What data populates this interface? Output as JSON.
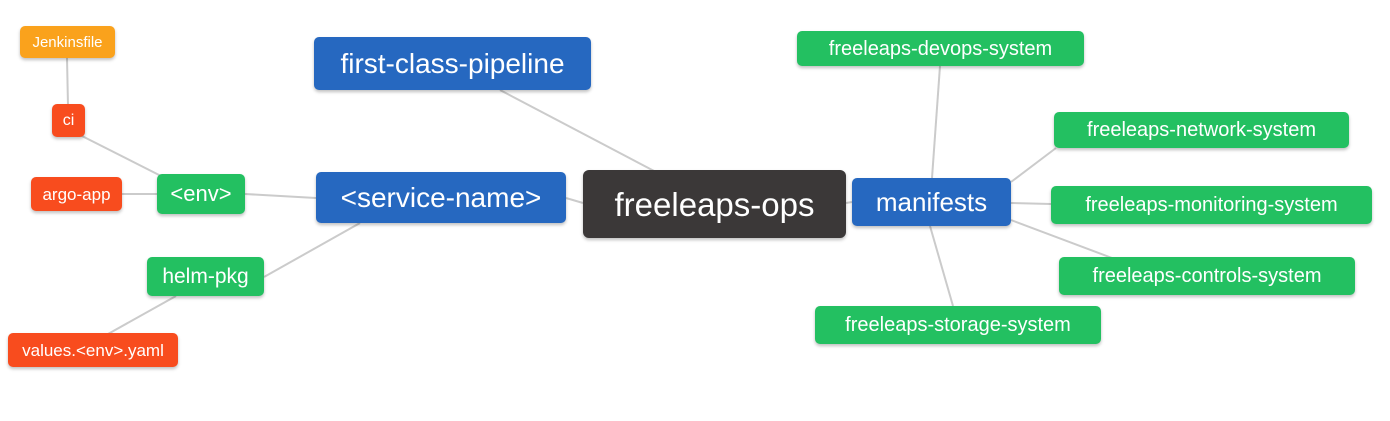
{
  "diagram": {
    "type": "mindmap",
    "root": "freeleaps-ops",
    "nodes": {
      "freeleaps_ops": {
        "label": "freeleaps-ops",
        "color": "#3B3838",
        "level": "root"
      },
      "first_class_pipeline": {
        "label": "first-class-pipeline",
        "color": "#2668C0",
        "level": "branch"
      },
      "service_name": {
        "label": "<service-name>",
        "color": "#2668C0",
        "level": "branch"
      },
      "manifests": {
        "label": "manifests",
        "color": "#2668C0",
        "level": "branch"
      },
      "env": {
        "label": "<env>",
        "color": "#23C061",
        "level": "child"
      },
      "helm_pkg": {
        "label": "helm-pkg",
        "color": "#23C061",
        "level": "child"
      },
      "ci": {
        "label": "ci",
        "color": "#F84C1E",
        "level": "child"
      },
      "argo_app": {
        "label": "argo-app",
        "color": "#F84C1E",
        "level": "child"
      },
      "jenkinsfile": {
        "label": "Jenkinsfile",
        "color": "#FAA21C",
        "level": "leaf"
      },
      "values_env_yaml": {
        "label": "values.<env>.yaml",
        "color": "#F84C1E",
        "level": "leaf"
      },
      "devops_system": {
        "label": "freeleaps-devops-system",
        "color": "#23C061",
        "level": "child"
      },
      "network_system": {
        "label": "freeleaps-network-system",
        "color": "#23C061",
        "level": "child"
      },
      "monitoring_system": {
        "label": "freeleaps-monitoring-system",
        "color": "#23C061",
        "level": "child"
      },
      "controls_system": {
        "label": "freeleaps-controls-system",
        "color": "#23C061",
        "level": "child"
      },
      "storage_system": {
        "label": "freeleaps-storage-system",
        "color": "#23C061",
        "level": "child"
      }
    },
    "edges": [
      [
        "jenkinsfile",
        "ci"
      ],
      [
        "ci",
        "env"
      ],
      [
        "argo_app",
        "env"
      ],
      [
        "env",
        "service_name"
      ],
      [
        "first_class_pipeline",
        "freeleaps_ops"
      ],
      [
        "service_name",
        "freeleaps_ops"
      ],
      [
        "service_name",
        "helm_pkg"
      ],
      [
        "helm_pkg",
        "values_env_yaml"
      ],
      [
        "freeleaps_ops",
        "manifests"
      ],
      [
        "manifests",
        "devops_system"
      ],
      [
        "manifests",
        "network_system"
      ],
      [
        "manifests",
        "monitoring_system"
      ],
      [
        "manifests",
        "controls_system"
      ],
      [
        "manifests",
        "storage_system"
      ]
    ],
    "colors": {
      "edge": "#CBCBCB",
      "node_text": "#FFFFFF",
      "background": "#FFFFFF"
    }
  }
}
